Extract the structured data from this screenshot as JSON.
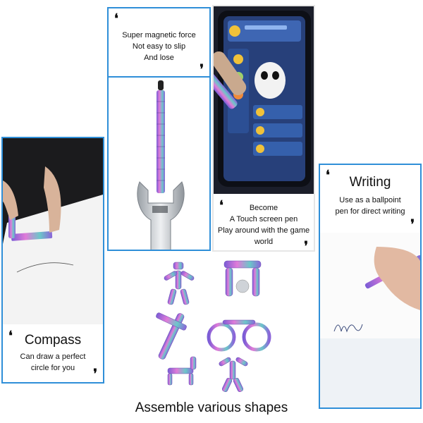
{
  "magnetic": {
    "line1": "Super magnetic force",
    "line2": "Not easy to slip",
    "line3": "And lose"
  },
  "touch": {
    "title": "Become",
    "line2": "A Touch screen pen",
    "line3": "Play around with the game",
    "line4": "world"
  },
  "compass": {
    "title": "Compass",
    "line1": "Can draw a perfect",
    "line2": "circle for you"
  },
  "writing": {
    "title": "Writing",
    "line1": "Use as a ballpoint",
    "line2": "pen for direct writing"
  },
  "bottom": {
    "title": "Assemble various shapes"
  },
  "colors": {
    "accent": "#2f8fd8"
  }
}
